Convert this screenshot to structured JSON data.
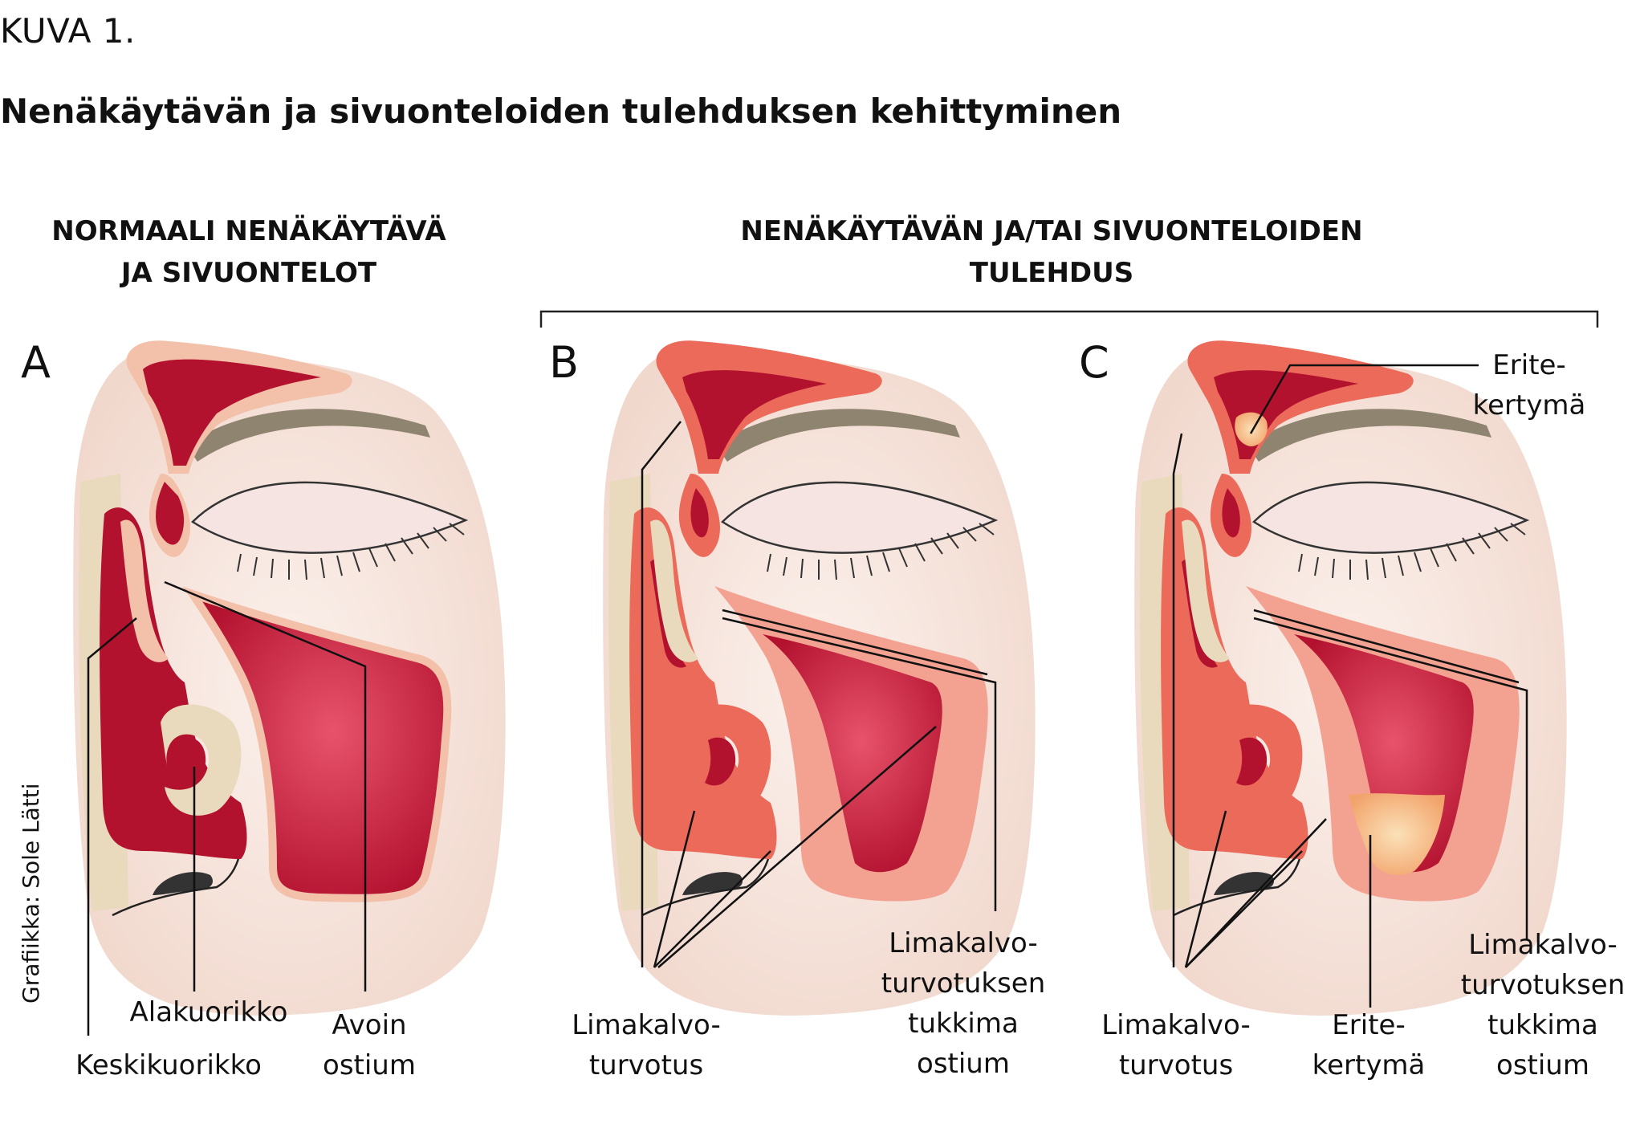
{
  "figure_label": "KUVA 1.",
  "title": "Nenäkäytävän ja sivuonteloiden tulehduksen kehittyminen",
  "headings": {
    "normal": [
      "NORMAALI NENÄKÄYTÄVÄ",
      "JA SIVUONTELOT"
    ],
    "inflamed": [
      "NENÄKÄYTÄVÄN JA/TAI SIVUONTELOIDEN",
      "TULEHDUS"
    ]
  },
  "panels": [
    {
      "letter": "A"
    },
    {
      "letter": "B"
    },
    {
      "letter": "C"
    }
  ],
  "labels": {
    "keskikuorikko": "Keskikuorikko",
    "alakuorikko": "Alakuorikko",
    "avoin_ostium": [
      "Avoin",
      "ostium"
    ],
    "limakalvoturvotus": [
      "Limakalvo-",
      "turvotus"
    ],
    "tukkima_ostium": [
      "Limakalvo-",
      "turvotuksen",
      "tukkima",
      "ostium"
    ],
    "eritekertyma": [
      "Erite-",
      "kertymä"
    ]
  },
  "credit": "Grafiikka: Sole Lätti",
  "colors": {
    "skin": "#f6e6de",
    "bone": "#e9d9bd",
    "sinus_dark": "#b3122f",
    "sinus_mid": "#cf2a4a",
    "mucosa": "#ec6a5a",
    "mucosa_light": "#f3a292",
    "secretion": "#f7c98d",
    "eyebrow": "#8f8470",
    "line": "#1a1a1a"
  }
}
